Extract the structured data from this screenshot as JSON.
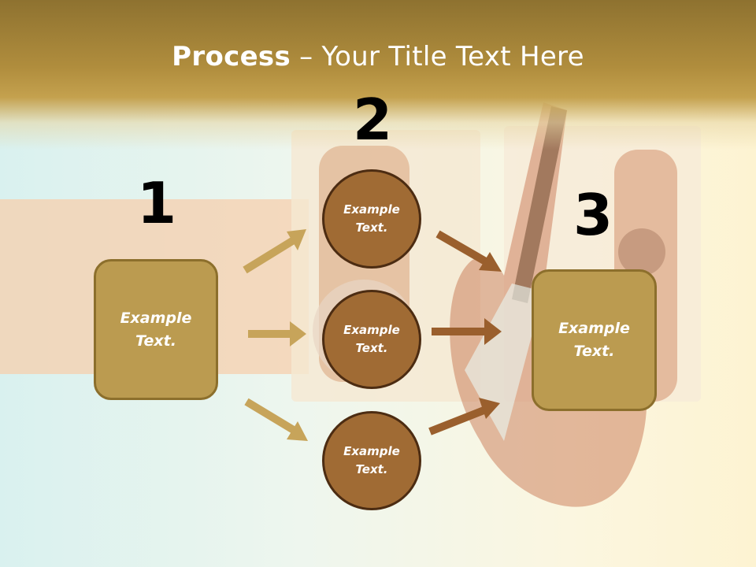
{
  "title": {
    "bold": "Process",
    "rest": " – Your Title Text Here"
  },
  "steps": {
    "n1": "1",
    "n2": "2",
    "n3": "3"
  },
  "box1": {
    "label": "Example\nText."
  },
  "circles": [
    {
      "label": "Example\nText."
    },
    {
      "label": "Example\nText."
    },
    {
      "label": "Example\nText."
    }
  ],
  "box3": {
    "label": "Example\nText."
  },
  "colors": {
    "gold": "#bb9b50",
    "brown": "#a06b34",
    "gold_arrow": "#c7a45a",
    "brown_arrow": "#9a5f2d"
  }
}
